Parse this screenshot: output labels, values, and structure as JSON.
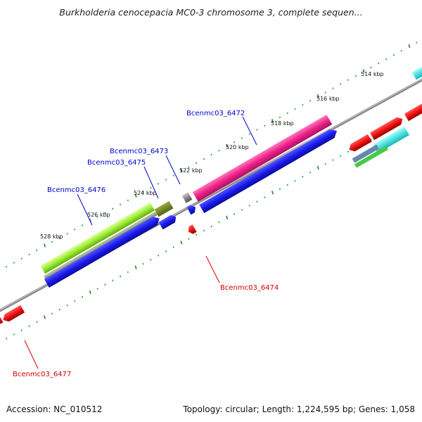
{
  "title": "Burkholderia cenocepacia MC0-3 chromosome 3, complete sequen...",
  "footer": {
    "accession": "Accession: NC_010512",
    "summary": "Topology: circular; Length: 1,224,595 bp; Genes: 1,058"
  },
  "axis": {
    "tick_labels": [
      "514 kbp",
      "516 kbp",
      "518 kbp",
      "520 kbp",
      "522 kbp",
      "524 kbp",
      "526 kbp",
      "528 kbp"
    ]
  },
  "gene_labels": [
    {
      "text": "Bcenmc03_6472",
      "color": "#0000cc"
    },
    {
      "text": "Bcenmc03_6473",
      "color": "#0000cc"
    },
    {
      "text": "Bcenmc03_6475",
      "color": "#0000cc"
    },
    {
      "text": "Bcenmc03_6476",
      "color": "#0000cc"
    },
    {
      "text": "Bcenmc03_6474",
      "color": "#cc0000"
    },
    {
      "text": "Bcenmc03_6477",
      "color": "#cc0000"
    }
  ],
  "feature_colors": {
    "forward_cds": "#1a1aee",
    "reverse_cds": "#ee1111",
    "backbone": "#8a8a8a",
    "pink": "#ee2288",
    "lime": "#99ee33",
    "olive": "#667722",
    "cyan": "#22dddd",
    "dots": "#33aa33",
    "gray": "#888888"
  }
}
